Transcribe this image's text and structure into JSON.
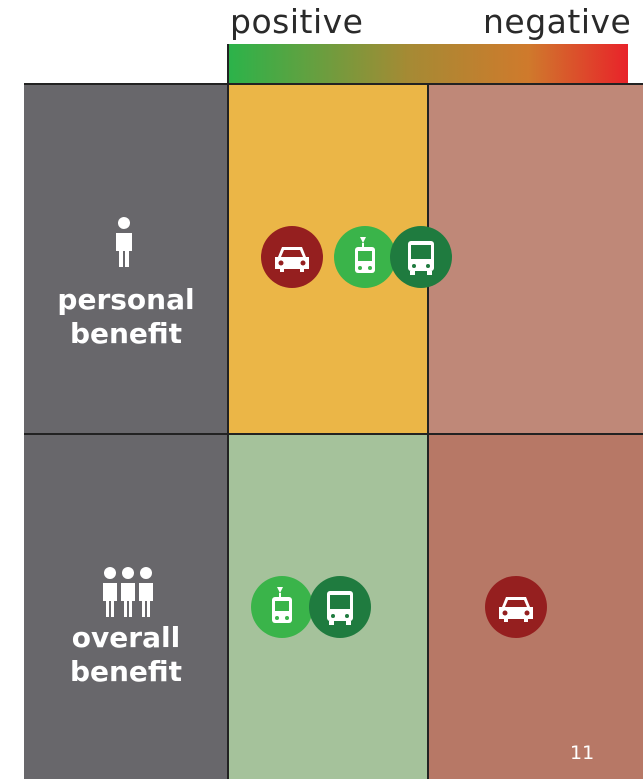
{
  "scale": {
    "positive_label": "positive",
    "negative_label": "negative",
    "gradient_colors": [
      "#2bb34a",
      "#c98a2a",
      "#e8232a"
    ]
  },
  "rows": [
    {
      "id": "personal",
      "label_line1": "personal",
      "label_line2": "benefit",
      "icon": "single-person-icon",
      "positive_items": [
        "car-icon",
        "tram-icon",
        "bus-icon"
      ],
      "negative_items": []
    },
    {
      "id": "overall",
      "label_line1": "overall",
      "label_line2": "benefit",
      "icon": "group-of-people-icon",
      "positive_items": [
        "tram-icon",
        "bus-icon"
      ],
      "negative_items": [
        "car-icon"
      ]
    }
  ],
  "colors": {
    "left_panel": "#68676b",
    "personal_positive": "#ebb647",
    "personal_negative": "#bf8878",
    "overall_positive": "#a5c29b",
    "overall_negative": "#b77866",
    "car_badge": "#951f1f",
    "tram_badge": "#3ab44a",
    "bus_badge": "#1f7b3f"
  },
  "page_number": "11"
}
